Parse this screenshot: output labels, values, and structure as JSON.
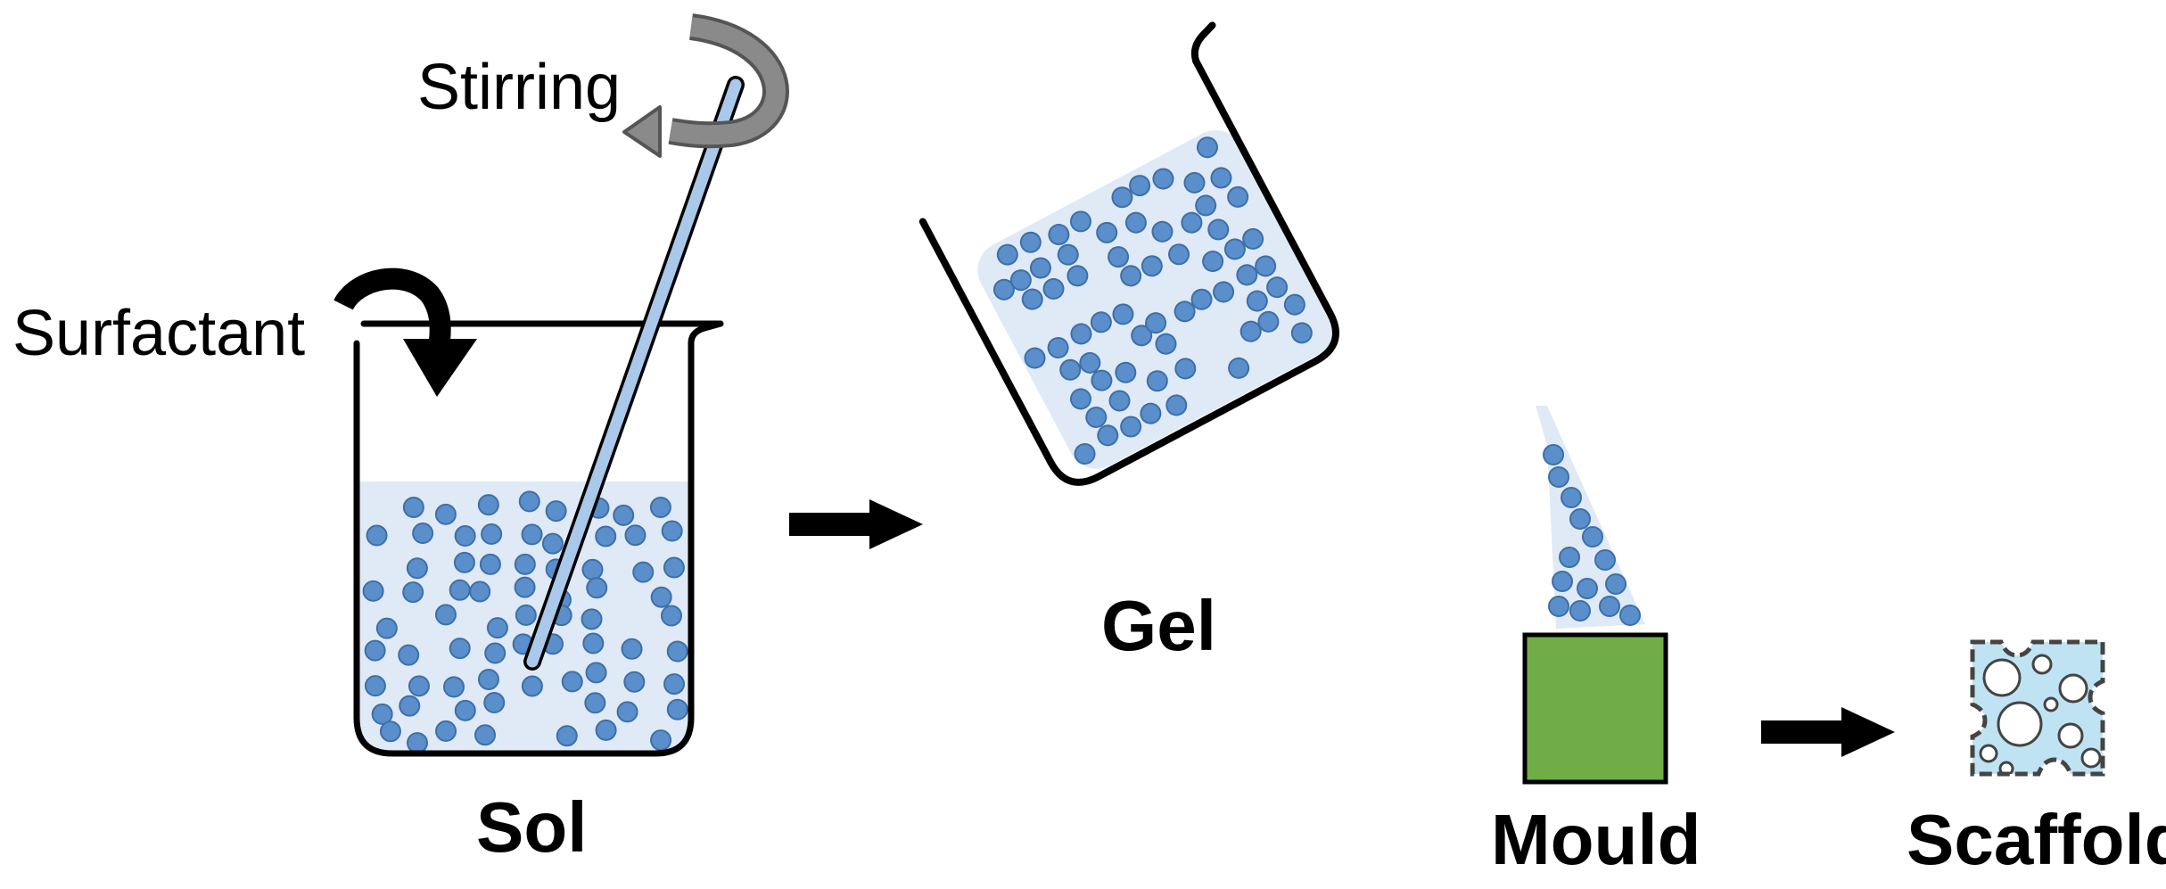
{
  "labels": {
    "stirring": "Stirring",
    "surfactant": "Surfactant",
    "sol": "Sol",
    "gel": "Gel",
    "mould": "Mould",
    "scaffold": "Scaffold"
  },
  "colors": {
    "particle": "#5a8fcc",
    "particle_edge": "#3d6fa8",
    "liquid": "#dfeaf6",
    "rod": "#a9c8ea",
    "mould": "#70ad47",
    "arrow": "#000000",
    "stir_arrow": "#666666",
    "scaffold_fill": "#bfe3f2"
  }
}
